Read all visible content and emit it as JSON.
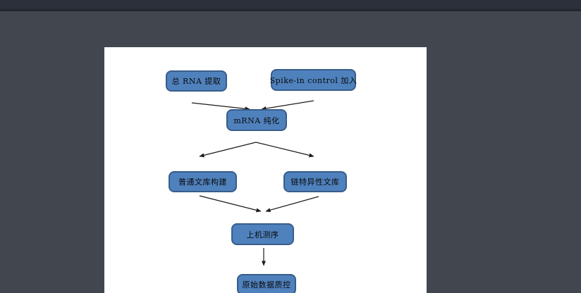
{
  "app": {
    "background_color": "#42464e",
    "topbar_color": "#2c303a",
    "divider_color": "#23262c"
  },
  "page": {
    "background_color": "#ffffff"
  },
  "diagram": {
    "type": "flowchart",
    "node_fill": "#4f81bd",
    "node_border": "#385d8a",
    "arrow_color": "#1c1c1c",
    "nodes": [
      {
        "id": "total-rna-extraction",
        "label": "总 RNA 提取"
      },
      {
        "id": "spike-in-control-addition",
        "label": "Spike-in control 加入"
      },
      {
        "id": "mrna-purification",
        "label": "mRNA 纯化"
      },
      {
        "id": "standard-library-construction",
        "label": "普通文库构建"
      },
      {
        "id": "strand-specific-library",
        "label": "链特异性文库"
      },
      {
        "id": "sequencing-on-machine",
        "label": "上机测序"
      },
      {
        "id": "raw-data-qc",
        "label": "原始数据质控"
      }
    ],
    "edges": [
      {
        "from": "total-rna-extraction",
        "to": "mrna-purification"
      },
      {
        "from": "spike-in-control-addition",
        "to": "mrna-purification"
      },
      {
        "from": "mrna-purification",
        "to": "standard-library-construction"
      },
      {
        "from": "mrna-purification",
        "to": "strand-specific-library"
      },
      {
        "from": "standard-library-construction",
        "to": "sequencing-on-machine"
      },
      {
        "from": "strand-specific-library",
        "to": "sequencing-on-machine"
      },
      {
        "from": "sequencing-on-machine",
        "to": "raw-data-qc"
      }
    ]
  }
}
